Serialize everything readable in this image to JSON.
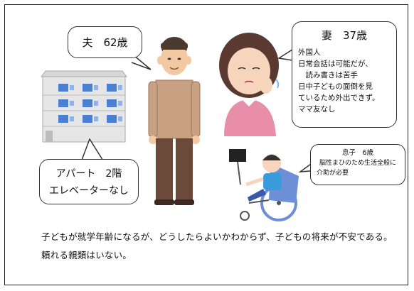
{
  "husband": {
    "label": "夫　62歳"
  },
  "wife": {
    "label": "妻　37歳",
    "lines": [
      "外国人",
      "日常会話は可能だが、",
      "　読み書きは苦手",
      "日中子どもの面倒を見",
      "ているため外出できず。",
      "ママ友なし"
    ]
  },
  "apartment": {
    "line1": "アパート　2階",
    "line2": "エレベーターなし"
  },
  "child": {
    "lines": [
      "息子　6歳",
      "脳性まひのため生活全般に",
      "介助が必要"
    ]
  },
  "caption": {
    "line1": "子どもが就学年齢になるが、どうしたらよいかわからず、子どもの将来が不安である。",
    "line2": "頼れる親類はいない。"
  },
  "colors": {
    "wife_shirt": "#e98ea8",
    "husband_jacket": "#c8a082",
    "husband_pants": "#6b4a3a",
    "window": "#4a7fd1",
    "wheelchair": "#6d8fd6"
  }
}
